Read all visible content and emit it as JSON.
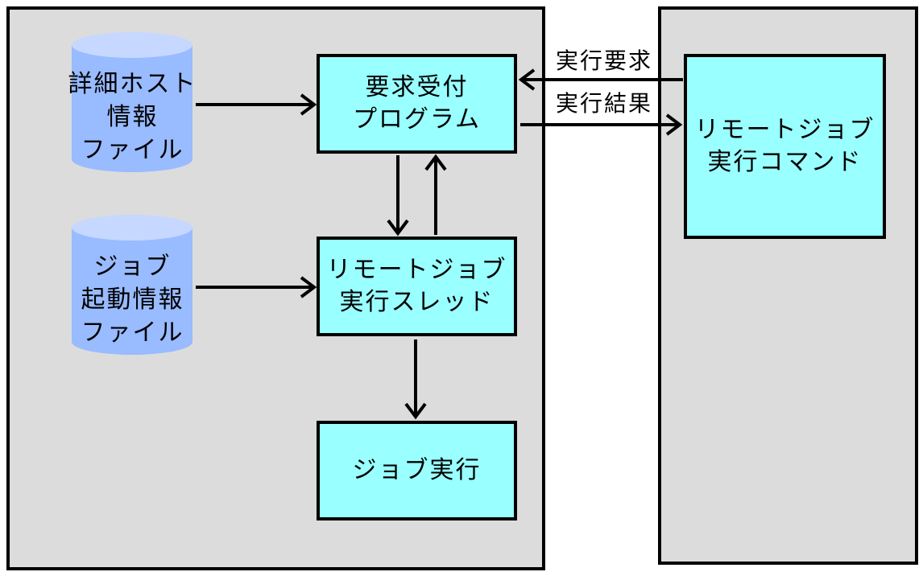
{
  "panels": {
    "left": {},
    "right": {}
  },
  "nodes": {
    "detail_host_file": "詳細ホスト\n情報\nファイル",
    "job_start_file": "ジョブ\n起動情報\nファイル",
    "request_program": "要求受付\nプログラム",
    "remote_job_thread": "リモートジョブ\n実行スレッド",
    "job_execution": "ジョブ実行",
    "remote_job_command": "リモートジョブ\n実行コマンド"
  },
  "edges": {
    "request_label": "実行要求",
    "result_label": "実行結果"
  },
  "colors": {
    "panel_fill": "#dcdcdc",
    "box_fill": "#99ffff",
    "db_fill": "#99bbff",
    "db_top": "#c6d8ff",
    "line": "#000000"
  }
}
